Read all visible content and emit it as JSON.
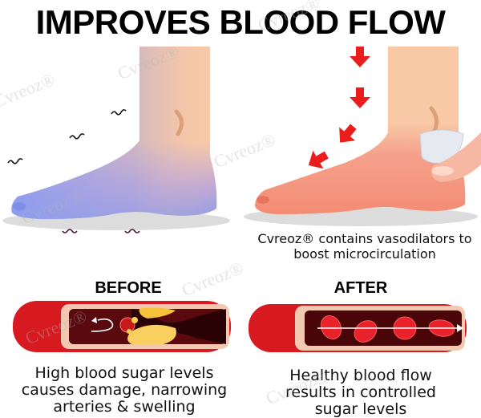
{
  "header": {
    "title": "IMPROVES BLOOD FLOW"
  },
  "illustrations": {
    "foot_before": {
      "description": "Foot with poor circulation (blue toes, tingling marks)",
      "colors": {
        "skin": "#f9c9a6",
        "cold": "#8f9be8",
        "shadow": "#dcdcdc"
      }
    },
    "foot_after": {
      "description": "Foot with improved circulation, red arrows, gel applied",
      "colors": {
        "skin": "#f9c9a6",
        "warm": "#f5907a",
        "arrow": "#ea1c1c"
      }
    }
  },
  "captions": {
    "product_claim": {
      "line1": "Cvreoz® contains vasodilators to",
      "line2": "boost microcirculation"
    },
    "before": {
      "label": "BEFORE",
      "line1": "High blood sugar levels",
      "line2": "causes damage, narrowing",
      "line3": "arteries & swelling"
    },
    "after": {
      "label": "AFTER",
      "line1": "Healthy blood flow",
      "line2": "results in controlled",
      "line3": "sugar levels"
    }
  },
  "watermark": {
    "text": "Cvreoz®"
  },
  "colors": {
    "vessel_red": "#d71920",
    "vessel_wall": "#f2c9b0",
    "vessel_inner": "#3a0508",
    "plaque": "#f7c23a"
  }
}
